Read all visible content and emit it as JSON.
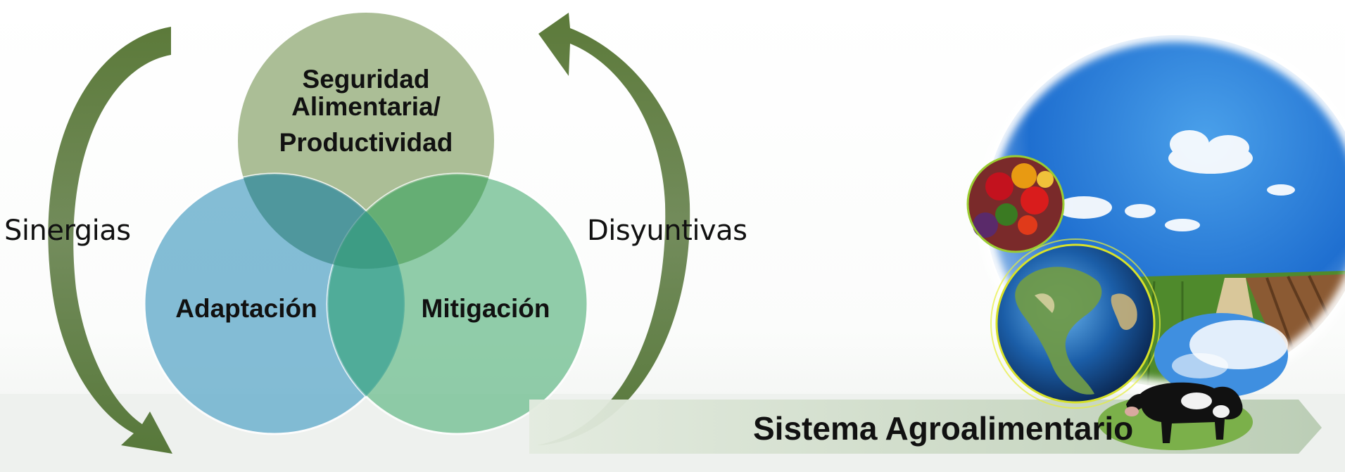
{
  "venn": {
    "top_label_line1": "Seguridad",
    "top_label_line2": "Alimentaria/",
    "top_label_line3": "Productividad",
    "left_label": "Adaptación",
    "right_label": "Mitigación"
  },
  "arrows": {
    "left_label": "Sinergias",
    "right_label": "Disyuntivas"
  },
  "banner": {
    "label": "Sistema Agroalimentario"
  },
  "colors": {
    "top_circle": "#a7bb90",
    "left_circle": "#6fb2cf",
    "right_circle": "#76c195",
    "arrow_green": "#5f7d3f"
  }
}
